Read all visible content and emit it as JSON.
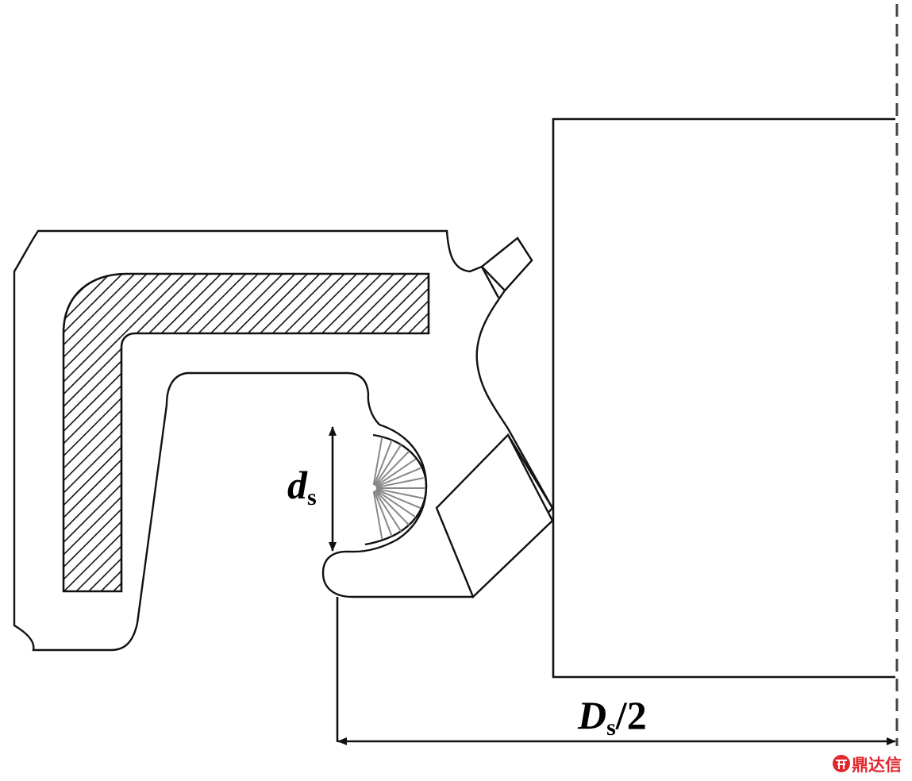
{
  "labels": {
    "ds_main": "d",
    "ds_sub": "s",
    "Ds_main": "D",
    "Ds_sub": "s",
    "Ds_tail": "/2"
  },
  "watermark": {
    "text": "鼎达信",
    "logo_icon": "ddx-logo-icon",
    "color": "#e0282e"
  },
  "colors": {
    "line": "#111111",
    "spring": "#888888",
    "background": "#ffffff"
  }
}
